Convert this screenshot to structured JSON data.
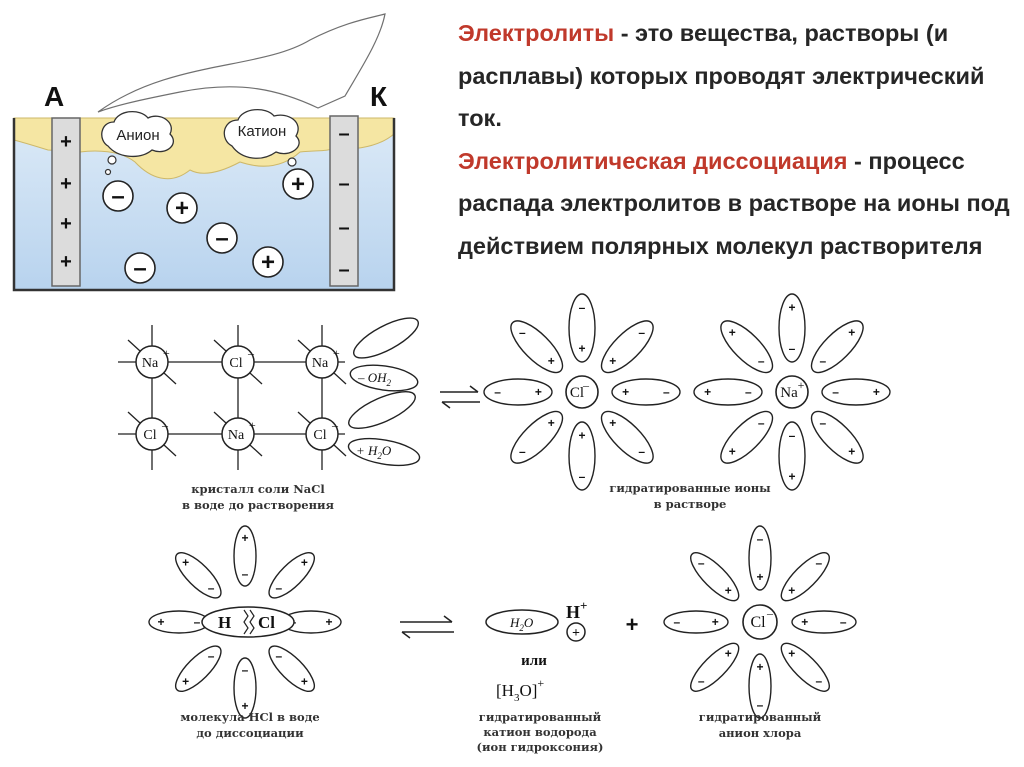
{
  "text": {
    "term1": "Электролиты",
    "def1": " - это вещества, растворы (и расплавы) которых проводят электрический ток.",
    "term2": "Электролитическая диссоциация",
    "def2": " - процесс распада электролитов в растворе на ионы под действием полярных молекул растворителя"
  },
  "cell": {
    "anode": "А",
    "cathode": "К",
    "anion": "Анион",
    "cation": "Катион",
    "plus": "+",
    "minus": "–"
  },
  "nacl": {
    "na": "Na",
    "cl": "Cl",
    "plus": "+",
    "minus": "–",
    "oh2": "– OH",
    "oh2_sub": "2",
    "h2o_pre": "+ H",
    "h2o_sub": "2",
    "h2o_post": "O",
    "caption1": "кристалл соли NaCl",
    "caption2": "в воде до растворения",
    "hydrated1": "гидратированные ионы",
    "hydrated2": "в растворе"
  },
  "hcl": {
    "h": "H",
    "cl": "Cl",
    "h2o": "H",
    "h2o_sub": "2",
    "h2o_post": "O",
    "hplus": "H",
    "plus": "+",
    "or": "или",
    "h3o_open": "[H",
    "h3o_sub": "3",
    "h3o_close": "O]",
    "h3o_sup": "+",
    "molecule1": "молекула HCl в воде",
    "molecule2": "до диссоциации",
    "cation1": "гидратированный",
    "cation2": "катион водорода",
    "cation3": "(ион гидроксония)",
    "anion1": "гидратированный",
    "anion2": "анион хлора"
  }
}
